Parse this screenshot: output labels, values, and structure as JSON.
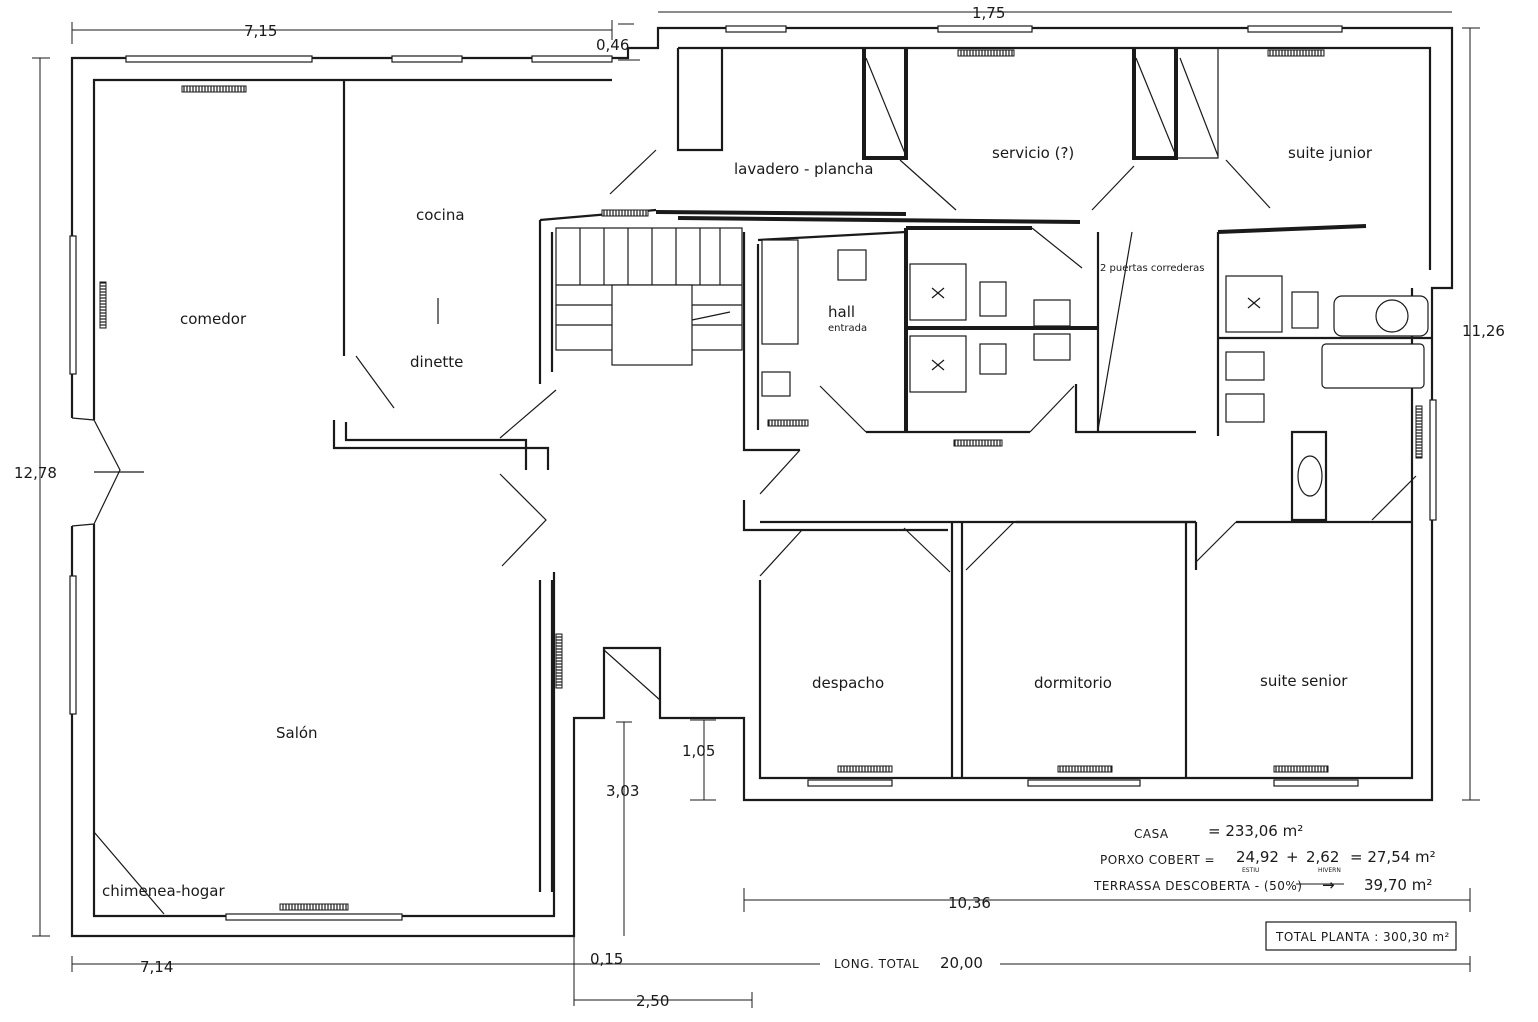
{
  "rooms": {
    "comedor": "comedor",
    "cocina": "cocina",
    "dinette": "dinette",
    "salon": "Salón",
    "chimenea": "chimenea-hogar",
    "lavadero": "lavadero - plancha",
    "servicio": "servicio (?)",
    "suite_junior": "suite junior",
    "hall": "hall",
    "hall_sub": "entrada",
    "puertas": "2 puertas correderas",
    "despacho": "despacho",
    "dormitorio": "dormitorio",
    "suite_senior": "suite senior"
  },
  "dimensions": {
    "top_left": "7,15",
    "top_mid": "1,75",
    "top_small": "0,46",
    "right": "11,26",
    "left": "12,78",
    "bottom_left": "7,14",
    "porch_depth": "3,03",
    "porch_step": "1,05",
    "bottom_small": "0,15",
    "bottom_porch": "2,50",
    "bottom_right": "10,36",
    "total_label": "LONG. TOTAL",
    "total_value": "20,00"
  },
  "summary": {
    "casa_label": "CASA",
    "casa_value": "= 233,06 m²",
    "porxo_label": "PORXO COBERT =",
    "porxo_a": "24,92",
    "porxo_a_sub": "ESTIU",
    "porxo_plus": "+",
    "porxo_b": "2,62",
    "porxo_b_sub": "HIVERN",
    "porxo_result": "= 27,54 m²",
    "terrassa_label": "TERRASSA DESCOBERTA - (50%)",
    "terrassa_arrow": "→",
    "terrassa_value": "39,70 m²",
    "total": "TOTAL PLANTA : 300,30 m²"
  }
}
